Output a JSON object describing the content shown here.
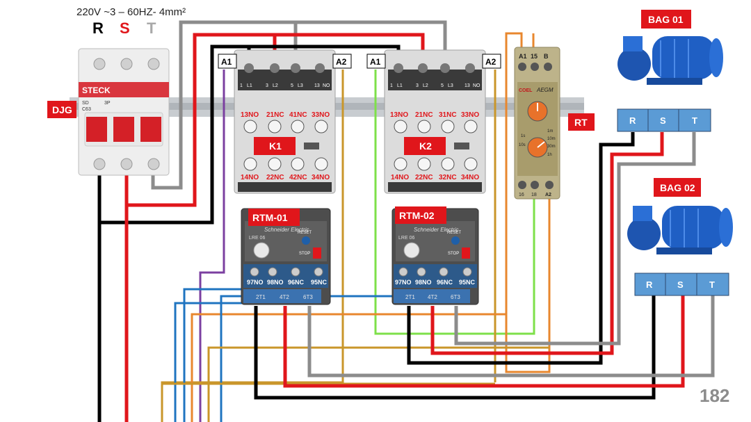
{
  "supply": {
    "spec": "220V ~3 – 60HZ- 4mm²",
    "phase_r": "R",
    "phase_s": "S",
    "phase_t": "T"
  },
  "breaker": {
    "tag": "DJG",
    "brand": "STECK",
    "model_line1": "SD",
    "model_line2": "C63",
    "model_line3": "3P"
  },
  "contactor_k1": {
    "tag": "K1",
    "coil_a1": "A1",
    "coil_a2": "A2",
    "top_terminals": [
      "1",
      "L1",
      "3",
      "L2",
      "5",
      "L3",
      "13",
      "NO"
    ],
    "aux_top": [
      "13NO",
      "21NC",
      "41NC",
      "33NO"
    ],
    "aux_bottom": [
      "14NO",
      "22NC",
      "42NC",
      "34NO"
    ]
  },
  "contactor_k2": {
    "tag": "K2",
    "coil_a1": "A1",
    "coil_a2": "A2",
    "top_terminals": [
      "1",
      "L1",
      "3",
      "L2",
      "5",
      "L3",
      "13",
      "NO"
    ],
    "aux_top": [
      "13NO",
      "21NC",
      "31NC",
      "33NO"
    ],
    "aux_bottom": [
      "14NO",
      "22NC",
      "32NC",
      "34NO"
    ]
  },
  "overload_1": {
    "tag": "RTM-01",
    "brand": "Schneider Electric",
    "model": "LRE 06",
    "reset": "RESET",
    "stop": "STOP",
    "contacts": [
      "97NO",
      "98NO",
      "96NC",
      "95NC"
    ],
    "outputs": [
      "2T1",
      "4T2",
      "6T3"
    ]
  },
  "overload_2": {
    "tag": "RTM-02",
    "brand": "Schneider Electric",
    "model": "LRE 06",
    "reset": "RESET",
    "stop": "STOP",
    "contacts": [
      "97NO",
      "98NO",
      "96NC",
      "95NC"
    ],
    "outputs": [
      "2T1",
      "4T2",
      "6T3"
    ]
  },
  "timer_relay": {
    "tag": "RT",
    "brand": "COEL",
    "model": "AEGM",
    "top_terminals": [
      "A1",
      "15",
      "B"
    ],
    "bottom_terminals": [
      "16",
      "18",
      "A2"
    ],
    "scale_marks": [
      "1s",
      "10s",
      "1m",
      "10m",
      "30m",
      "1h"
    ]
  },
  "pump_1": {
    "tag": "BAG 01",
    "terminals": [
      "R",
      "S",
      "T"
    ]
  },
  "pump_2": {
    "tag": "BAG 02",
    "terminals": [
      "R",
      "S",
      "T"
    ]
  },
  "page_number": "182",
  "colors": {
    "wire_r": "#000000",
    "wire_s": "#e0161b",
    "wire_t": "#8c8c8c",
    "wire_coil_a1_k1": "#7b3fa0",
    "wire_coil_a1_k2": "#7ee04a",
    "wire_blue": "#1f74c0",
    "wire_orange": "#e8872e",
    "wire_gold": "#c9962a",
    "tag_red": "#e0161b",
    "phase_box": "#5b9bd5"
  }
}
